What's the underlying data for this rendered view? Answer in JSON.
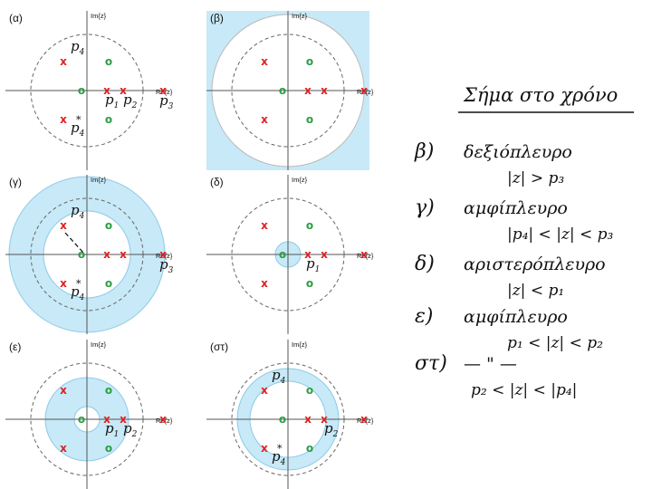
{
  "colors": {
    "pole": "#e02020",
    "zero": "#2e9e46",
    "roc_fill": "#c8e9f7",
    "roc_edge": "#8ecae6",
    "axis": "#555555",
    "dash": "#666666"
  },
  "axis_labels": {
    "im": "Im{z}",
    "re": "Re{z}"
  },
  "markers": {
    "pole": "x",
    "zero": "o"
  },
  "panels": [
    {
      "id": "alpha",
      "label": "(α)",
      "roc": "none",
      "annotations": [
        {
          "text": "p",
          "sub": "4",
          "at": "upper-conjugate-pole"
        },
        {
          "text": "p",
          "sub": "4",
          "sup": "*",
          "at": "lower-conjugate-pole"
        },
        {
          "text": "p",
          "sub": "1",
          "at": "pole-1"
        },
        {
          "text": "p",
          "sub": "2",
          "at": "pole-2"
        },
        {
          "text": "p",
          "sub": "3",
          "at": "pole-3"
        }
      ]
    },
    {
      "id": "beta",
      "label": "(β)",
      "roc": "exterior",
      "annotations": []
    },
    {
      "id": "gamma",
      "label": "(γ)",
      "roc": "annulus-outer",
      "annotations": [
        {
          "text": "p",
          "sub": "4",
          "at": "upper-conjugate-pole"
        },
        {
          "text": "p",
          "sub": "4",
          "sup": "*",
          "at": "lower-conjugate-pole"
        },
        {
          "text": "p",
          "sub": "3",
          "at": "pole-3"
        }
      ]
    },
    {
      "id": "delta",
      "label": "(δ)",
      "roc": "disk",
      "annotations": [
        {
          "text": "p",
          "sub": "1",
          "at": "pole-1"
        }
      ]
    },
    {
      "id": "epsilon",
      "label": "(ε)",
      "roc": "annulus-inner",
      "annotations": [
        {
          "text": "p",
          "sub": "1",
          "at": "pole-1"
        },
        {
          "text": "p",
          "sub": "2",
          "at": "pole-2"
        }
      ]
    },
    {
      "id": "sigma-tau",
      "label": "(στ)",
      "roc": "annulus-middle",
      "annotations": [
        {
          "text": "p",
          "sub": "4",
          "at": "upper-conjugate-pole"
        },
        {
          "text": "p",
          "sub": "4",
          "sup": "*",
          "at": "lower-conjugate-pole"
        },
        {
          "text": "p",
          "sub": "2",
          "at": "pole-2"
        }
      ]
    }
  ],
  "notes": {
    "title": "Σήμα στο χρόνο",
    "items": [
      {
        "key": "β)",
        "desc": "δεξιόπλευρο",
        "cond": "|z| > p₃"
      },
      {
        "key": "γ)",
        "desc": "αμφίπλευρο",
        "cond": "|p₄| < |z| < p₃"
      },
      {
        "key": "δ)",
        "desc": "αριστερόπλευρο",
        "cond": "|z| < p₁"
      },
      {
        "key": "ε)",
        "desc": "αμφίπλευρο",
        "cond": "p₁ < |z| < p₂"
      },
      {
        "key": "στ)",
        "desc": "— \" —",
        "cond": "p₂ < |z| < |p₄|"
      }
    ]
  }
}
